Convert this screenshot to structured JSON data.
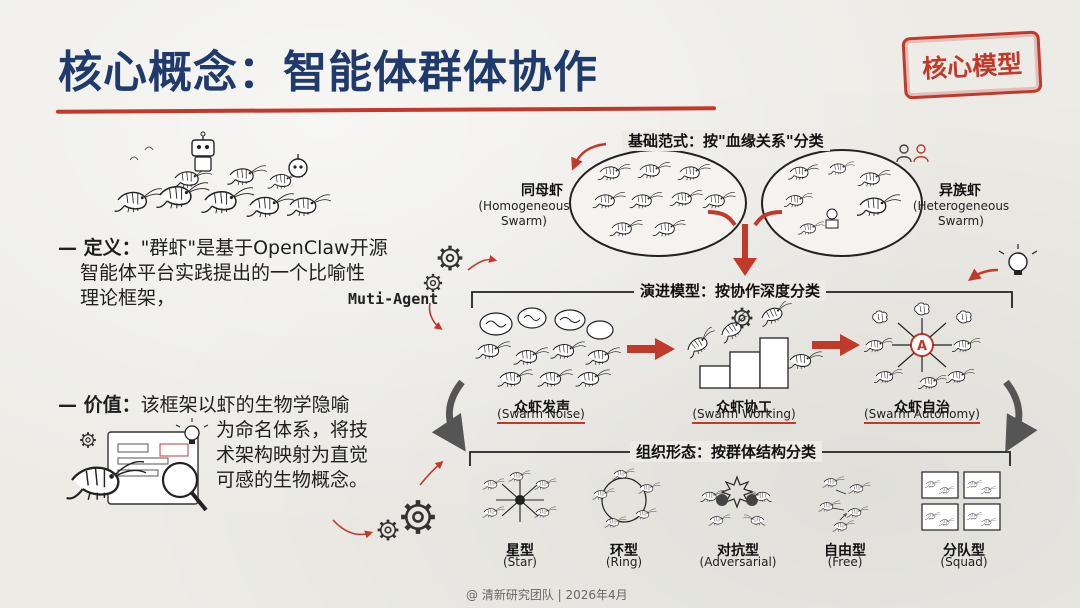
{
  "title": "核心概念：智能体群体协作",
  "stamp": "核心模型",
  "left": {
    "definition_label": "— 定义：",
    "definition_line1": "\"群虾\"是基于OpenClaw开源",
    "definition_line2": "智能体平台实践提出的一个比喻性",
    "definition_line3": "理论框架，",
    "multi_agent": "Muti-Agent",
    "value_label": "— 价值：",
    "value_line1": "该框架以虾的生物学隐喻",
    "value_line2": "为命名体系，将技",
    "value_line3": "术架构映射为直觉",
    "value_line4": "可感的生物概念。"
  },
  "basic": {
    "heading": "基础范式：按\"血缘关系\"分类",
    "homo_cn": "同母虾",
    "homo_en1": "(Homogeneous",
    "homo_en2": "Swarm)",
    "hetero_cn": "异族虾",
    "hetero_en1": "(Heterogeneous",
    "hetero_en2": "Swarm)"
  },
  "evolution": {
    "heading": "演进模型：按协作深度分类",
    "stages": [
      {
        "cn": "众虾发声",
        "en": "(Swarm Noise)"
      },
      {
        "cn": "众虾协工",
        "en": "(Swarm Working)"
      },
      {
        "cn": "众虾自治",
        "en": "(Swarm Autonomy)"
      }
    ],
    "center_letter": "A"
  },
  "organization": {
    "heading": "组织形态：按群体结构分类",
    "forms": [
      {
        "cn": "星型",
        "en": "(Star)"
      },
      {
        "cn": "环型",
        "en": "(Ring)"
      },
      {
        "cn": "对抗型",
        "en": "(Adversarial)"
      },
      {
        "cn": "自由型",
        "en": "(Free)"
      },
      {
        "cn": "分队型",
        "en": "(Squad)"
      }
    ]
  },
  "footer": "@ 清新研究团队 | 2026年4月",
  "colors": {
    "title": "#1f3a6b",
    "accent_red": "#c0392b",
    "ink": "#222222"
  },
  "icons": [
    "robot-icon",
    "gear-icon",
    "lightbulb-icon",
    "people-icon",
    "magnifier-icon",
    "shrimp-icon",
    "brain-icon",
    "arrow-icon"
  ]
}
